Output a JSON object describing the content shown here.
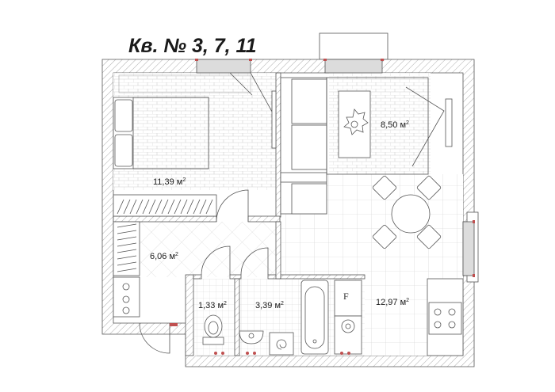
{
  "title": "Кв. № 3, 7, 11",
  "rooms": {
    "bedroom": {
      "area": "11,39 м",
      "unit_sup": "2"
    },
    "kitchen_nook": {
      "area": "8,50 м",
      "unit_sup": "2"
    },
    "hall": {
      "area": "6,06 м",
      "unit_sup": "2"
    },
    "wc": {
      "area": "1,33 м",
      "unit_sup": "2"
    },
    "bath": {
      "area": "3,39 м",
      "unit_sup": "2"
    },
    "living": {
      "area": "12,97 м",
      "unit_sup": "2"
    }
  },
  "fridge_label": "F",
  "colors": {
    "wall": "#555555",
    "window": "#d9d9d9",
    "accent": "#c05050",
    "floor_line": "#bbbbbb"
  }
}
